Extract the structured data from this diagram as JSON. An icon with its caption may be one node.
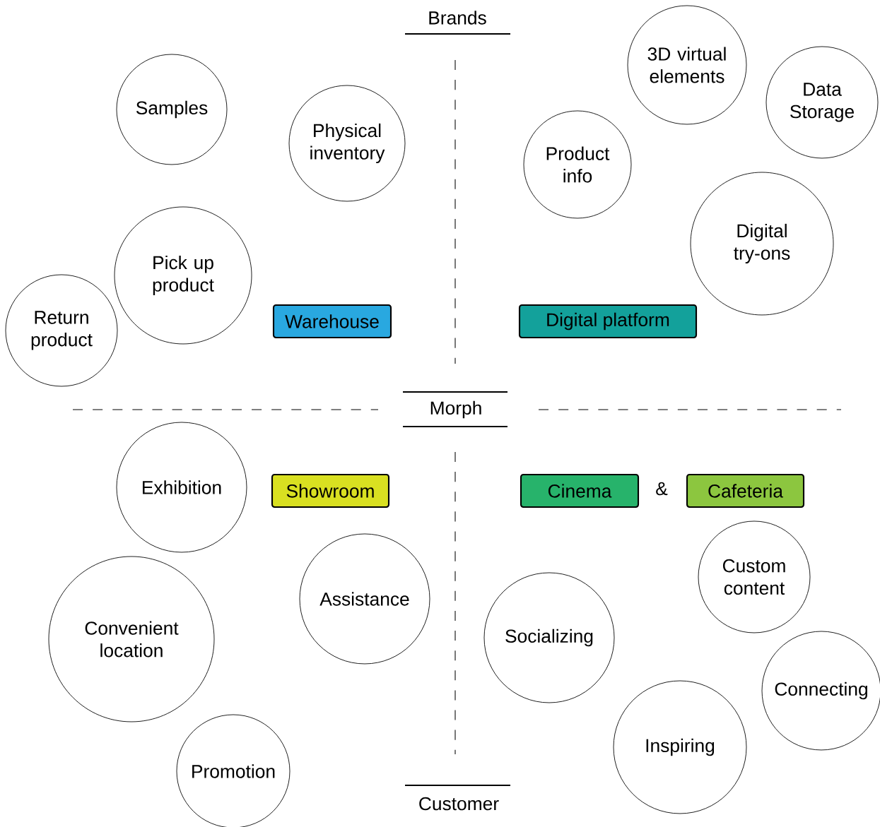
{
  "diagram": {
    "nodes": [
      {
        "text": [
          "Samples"
        ]
      },
      {
        "text": [
          "Physical inventory"
        ]
      },
      {
        "text": [
          "Pick up product"
        ]
      },
      {
        "text": [
          "Return product"
        ]
      },
      {
        "text": [
          "Warehouse"
        ]
      },
      {
        "text": [
          "3D virtual elements"
        ]
      },
      {
        "text": [
          "Data Storage"
        ]
      },
      {
        "text": [
          "Product info"
        ]
      },
      {
        "text": [
          "Digital try-ons"
        ]
      },
      {
        "text": [
          "Digital platform"
        ]
      },
      {
        "text": [
          "Exhibition"
        ]
      },
      {
        "text": [
          "Showroom"
        ]
      },
      {
        "text": [
          "Cinema"
        ]
      },
      {
        "text": [
          "Cafeteria"
        ]
      },
      {
        "text": [
          "Custom content"
        ]
      },
      {
        "text": [
          "Assistance"
        ]
      },
      {
        "text": [
          "Convenient location"
        ]
      },
      {
        "text": [
          "Socializing"
        ]
      },
      {
        "text": [
          "Connecting"
        ]
      },
      {
        "text": [
          "Inspiring"
        ]
      },
      {
        "text": [
          "Promotion"
        ]
      }
    ],
    "edges": [],
    "labels": [
      "Brands",
      "Morph",
      "&",
      "Customer"
    ]
  }
}
